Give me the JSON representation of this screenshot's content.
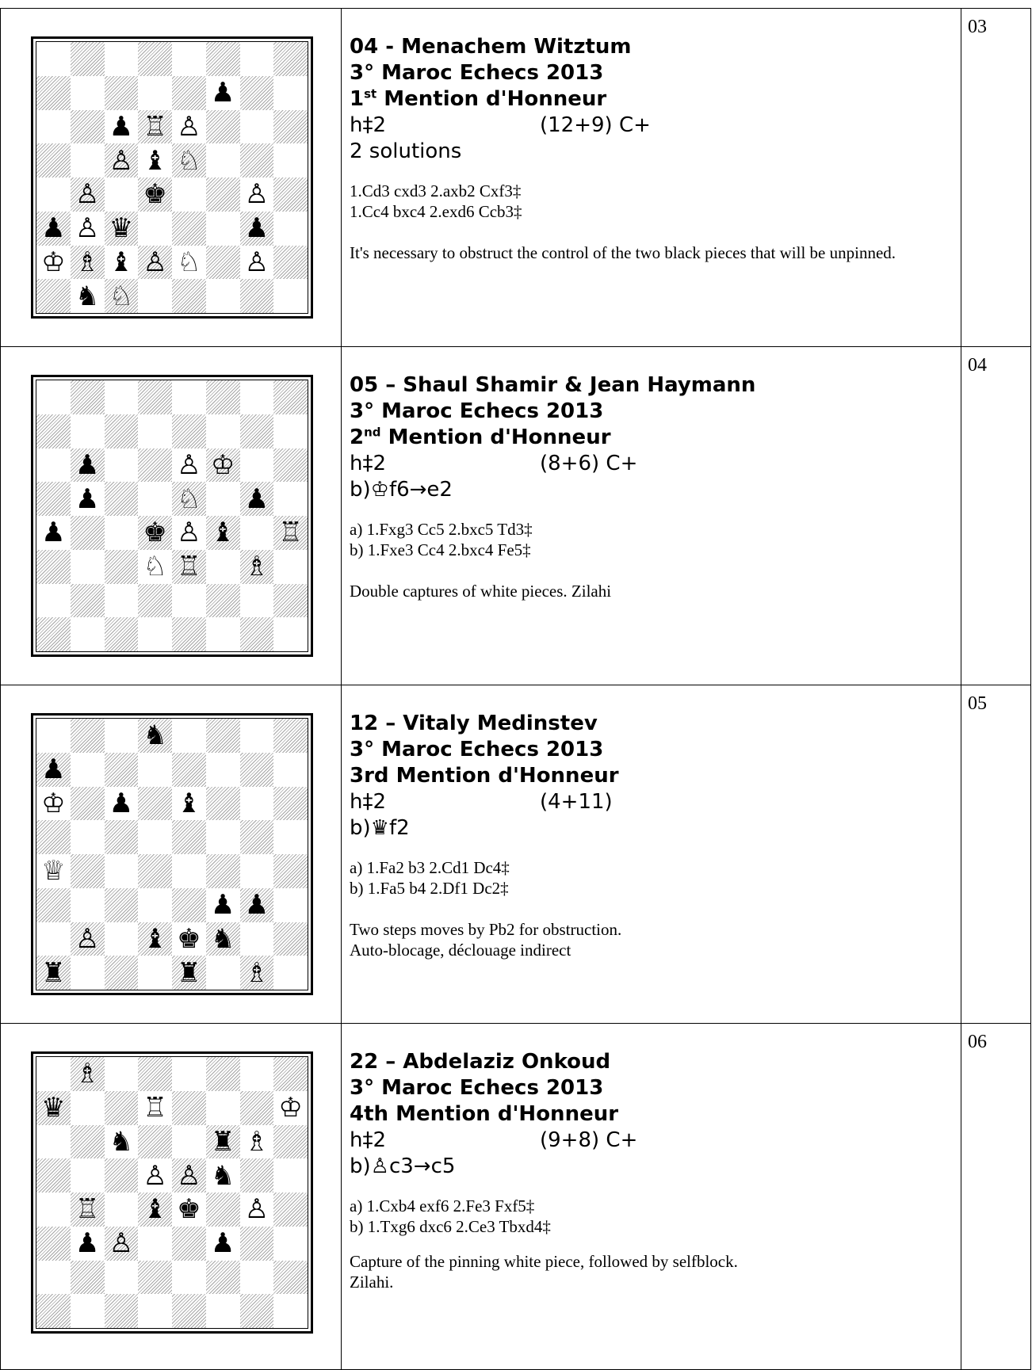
{
  "problems": [
    {
      "number": "03",
      "title_line1": "04 - Menachem Witztum",
      "title_line2": "3° Maroc Echecs 2013",
      "award_ordinal": "1",
      "award_sup": "st",
      "award_rest": " Mention d'Honneur",
      "stipulation": "h‡2",
      "pieces": "(12+9) C+",
      "twin": "2 solutions",
      "solutions": [
        "1.Cd3 cxd3 2.axb2 Cxf3‡",
        "1.Cc4 bxc4 2.exd6 Ccb3‡"
      ],
      "comment": [
        "It's necessary to obstruct the control of the two black pieces that will be unpinned."
      ],
      "board": [
        "........",
        ".....p..",
        "..pRP...",
        "..PbN...",
        ".P.k..P.",
        "pPq...p.",
        "KBbPN.P.",
        ".nN....."
      ]
    },
    {
      "number": "04",
      "title_line1": "05 – Shaul Shamir & Jean Haymann",
      "title_line2": "3° Maroc Echecs 2013",
      "award_ordinal": "2",
      "award_sup": "nd",
      "award_rest": " Mention d'Honneur",
      "stipulation": "h‡2",
      "pieces": "(8+6) C+",
      "twin": "b)♔f6→e2",
      "solutions": [
        "a) 1.Fxg3 Cc5 2.bxc5 Td3‡",
        "b) 1.Fxe3 Cc4 2.bxc4 Fe5‡"
      ],
      "comment": [
        "Double captures of white pieces. Zilahi"
      ],
      "board": [
        "........",
        "........",
        ".p..PK..",
        ".p..N.p.",
        "p..kPb.R",
        "...NR.B.",
        "........",
        "........"
      ]
    },
    {
      "number": "05",
      "title_line1": "12 – Vitaly Medinstev",
      "title_line2": "3° Maroc Echecs 2013",
      "award_ordinal": "3rd Mention d'Honneur",
      "award_sup": "",
      "award_rest": "",
      "stipulation": "h‡2",
      "pieces": "(4+11)",
      "twin": "b)♛f2",
      "solutions": [
        "a) 1.Fa2 b3 2.Cd1 Dc4‡",
        "b) 1.Fa5 b4 2.Df1 Dc2‡"
      ],
      "comment": [
        "Two steps moves by Pb2 for obstruction.",
        "Auto-blocage, déclouage indirect"
      ],
      "board": [
        "...n....",
        "p.......",
        "K.p.b...",
        "........",
        "Q.......",
        ".....pp.",
        ".P.bkn..",
        "r...r.B."
      ]
    },
    {
      "number": "06",
      "title_line1": "22 – Abdelaziz Onkoud",
      "title_line2": "3° Maroc Echecs 2013",
      "award_ordinal": "4th Mention d'Honneur",
      "award_sup": "",
      "award_rest": "",
      "stipulation": "h‡2",
      "pieces": "(9+8) C+",
      "twin": "b)♙c3→c5",
      "solutions": [
        "a) 1.Cxb4 exf6 2.Fe3 Fxf5‡",
        "b) 1.Txg6 dxc6 2.Ce3 Tbxd4‡"
      ],
      "comment": [
        "Capture of the pinning white piece, followed by selfblock.",
        "Zilahi."
      ],
      "board": [
        ".B......",
        "q..R...K",
        "..n..rB.",
        "...PPn..",
        ".R.bk.P.",
        ".pP..p..",
        "........",
        "........"
      ]
    }
  ]
}
